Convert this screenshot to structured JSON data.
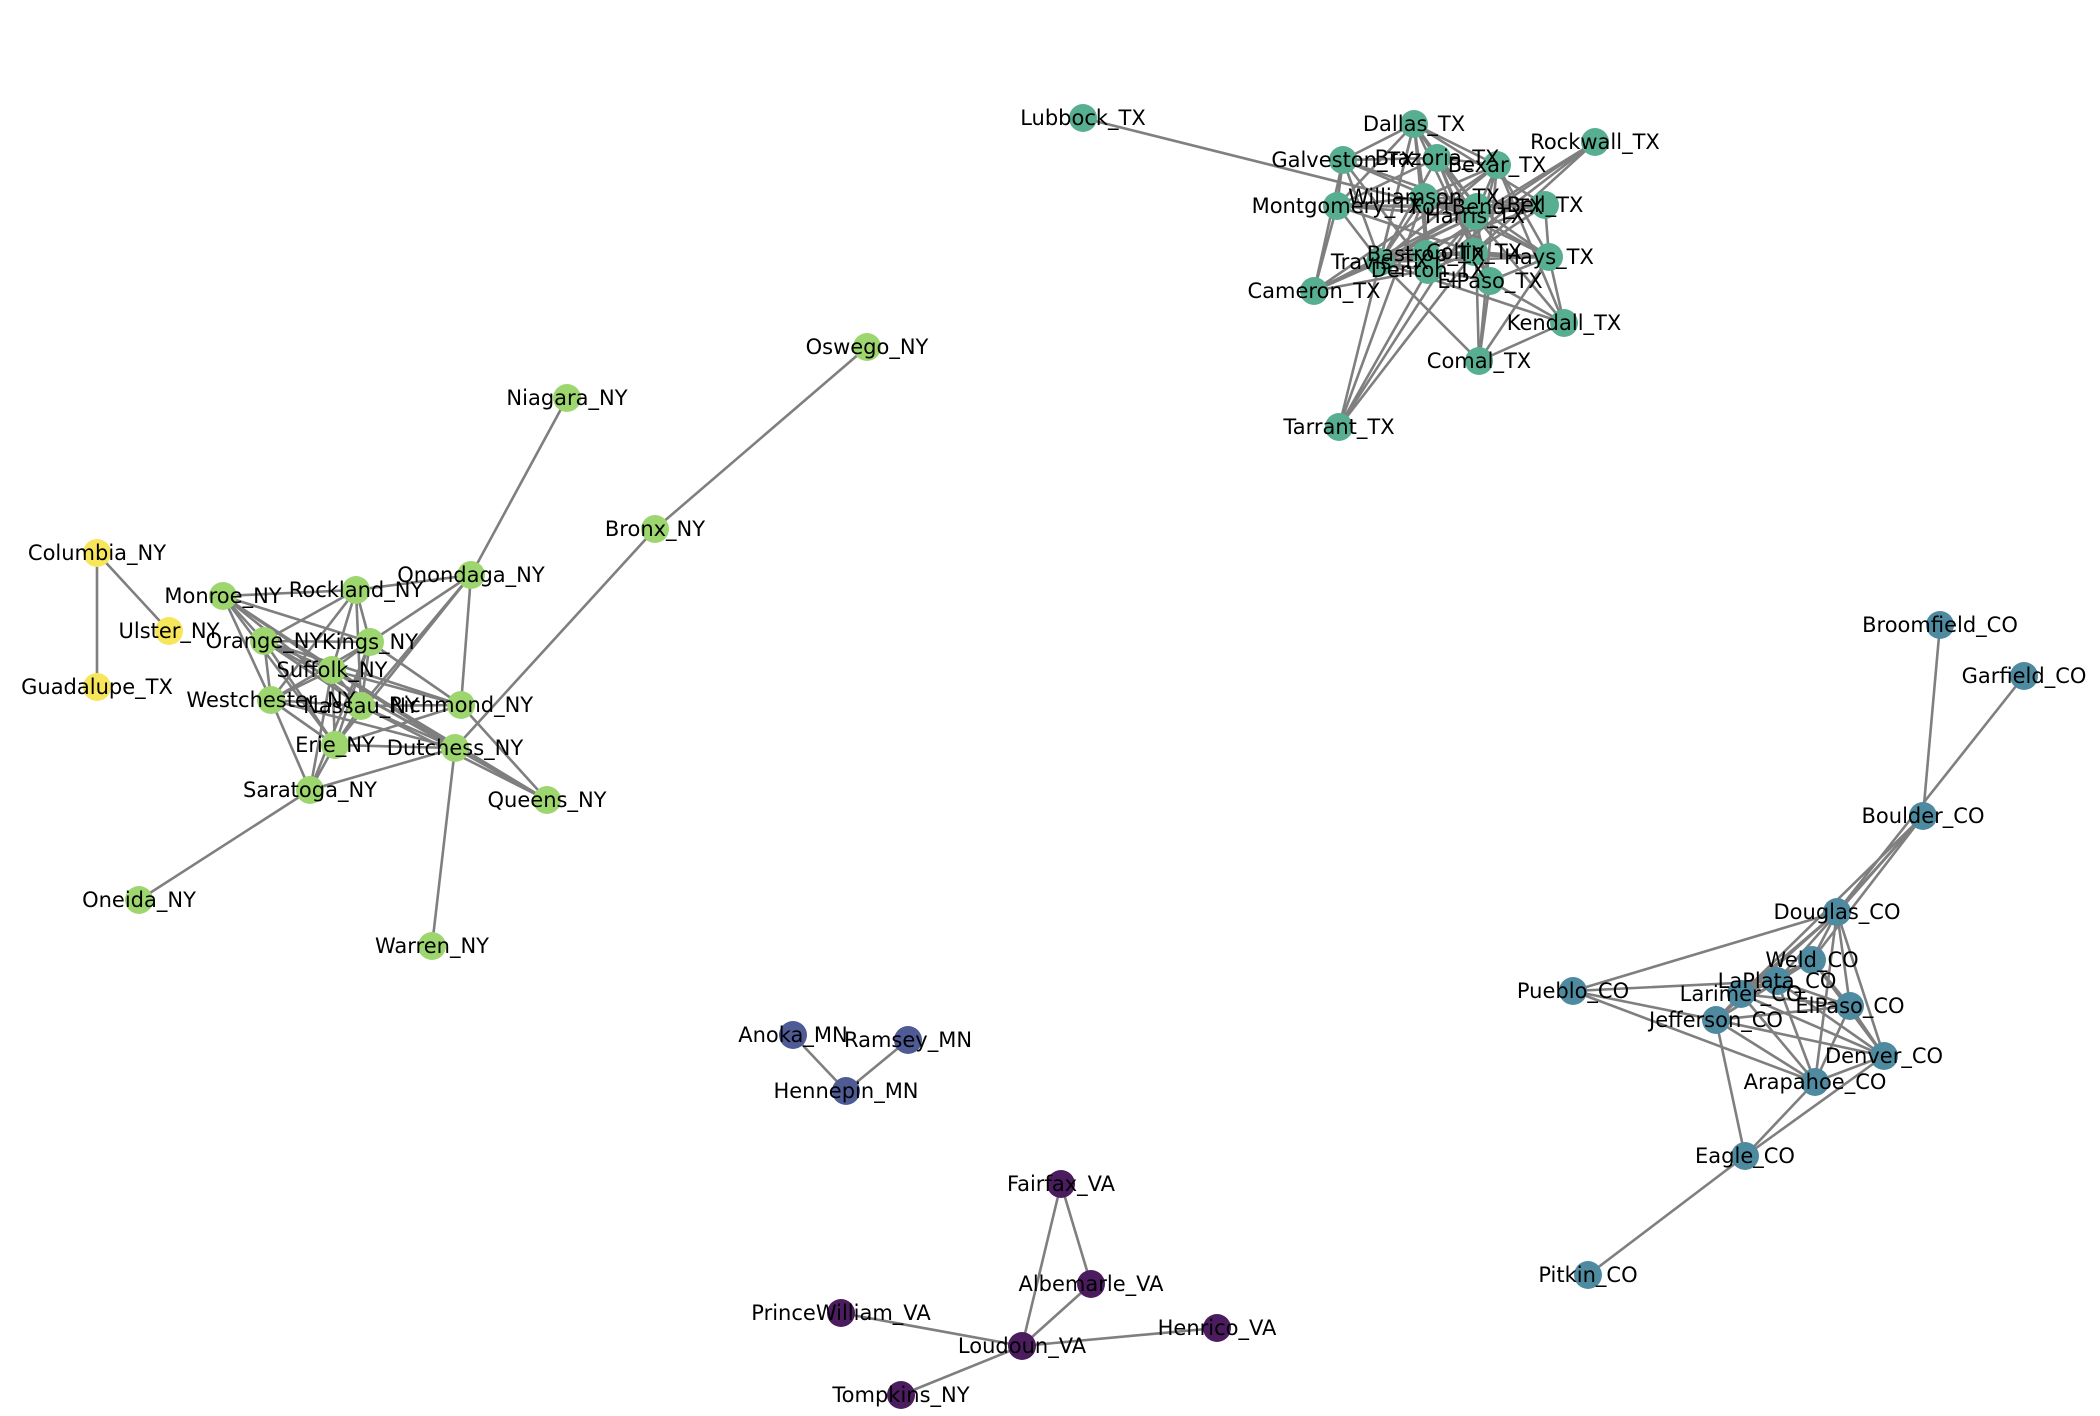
{
  "colors": {
    "background": "#ffffff",
    "edge": "#7f7f7f",
    "label": "#000000"
  },
  "groups": {
    "TX": "#58ae91",
    "NY": "#9dd66f",
    "CO": "#4f8ba0",
    "MN": "#4e5b94",
    "VA": "#4b1c5e",
    "misc": "#f7e65a"
  },
  "nodes": [
    {
      "id": "Lubbock_TX",
      "label": "Lubbock_TX",
      "group": "TX"
    },
    {
      "id": "Dallas_TX",
      "label": "Dallas_TX",
      "group": "TX"
    },
    {
      "id": "Rockwall_TX",
      "label": "Rockwall_TX",
      "group": "TX"
    },
    {
      "id": "Galveston_TX",
      "label": "Galveston_TX",
      "group": "TX"
    },
    {
      "id": "Brazoria_TX",
      "label": "Brazoria_TX",
      "group": "TX"
    },
    {
      "id": "Bexar_TX",
      "label": "Bexar_TX",
      "group": "TX"
    },
    {
      "id": "Montgomery_TX",
      "label": "Montgomery_TX",
      "group": "TX"
    },
    {
      "id": "Williamson_TX",
      "label": "Williamson_TX",
      "group": "TX"
    },
    {
      "id": "FortBend_TX",
      "label": "FortBend_TX",
      "group": "TX"
    },
    {
      "id": "Harris_TX",
      "label": "Harris_TX",
      "group": "TX"
    },
    {
      "id": "Bell_TX",
      "label": "Bell_TX",
      "group": "TX"
    },
    {
      "id": "Bastrop_TX",
      "label": "Bastrop_TX",
      "group": "TX"
    },
    {
      "id": "Collin_TX",
      "label": "Collin_TX",
      "group": "TX"
    },
    {
      "id": "Travis_TX",
      "label": "Travis_TX",
      "group": "TX"
    },
    {
      "id": "Hays_TX",
      "label": "Hays_TX",
      "group": "TX"
    },
    {
      "id": "Denton_TX",
      "label": "Denton_TX",
      "group": "TX"
    },
    {
      "id": "ElPaso_TX",
      "label": "ElPaso_TX",
      "group": "TX"
    },
    {
      "id": "Cameron_TX",
      "label": "Cameron_TX",
      "group": "TX"
    },
    {
      "id": "Kendall_TX",
      "label": "Kendall_TX",
      "group": "TX"
    },
    {
      "id": "Comal_TX",
      "label": "Comal_TX",
      "group": "TX"
    },
    {
      "id": "Tarrant_TX",
      "label": "Tarrant_TX",
      "group": "TX"
    },
    {
      "id": "Oswego_NY",
      "label": "Oswego_NY",
      "group": "NY"
    },
    {
      "id": "Niagara_NY",
      "label": "Niagara_NY",
      "group": "NY"
    },
    {
      "id": "Bronx_NY",
      "label": "Bronx_NY",
      "group": "NY"
    },
    {
      "id": "Columbia_NY",
      "label": "Columbia_NY",
      "group": "misc"
    },
    {
      "id": "Ulster_NY",
      "label": "Ulster_NY",
      "group": "misc"
    },
    {
      "id": "Guadalupe_TX",
      "label": "Guadalupe_TX",
      "group": "misc"
    },
    {
      "id": "Monroe_NY",
      "label": "Monroe_NY",
      "group": "NY"
    },
    {
      "id": "Rockland_NY",
      "label": "Rockland_NY",
      "group": "NY"
    },
    {
      "id": "Onondaga_NY",
      "label": "Onondaga_NY",
      "group": "NY"
    },
    {
      "id": "Orange_NY",
      "label": "Orange_NY",
      "group": "NY"
    },
    {
      "id": "Kings_NY",
      "label": "Kings_NY",
      "group": "NY"
    },
    {
      "id": "Suffolk_NY",
      "label": "Suffolk_NY",
      "group": "NY"
    },
    {
      "id": "Westchester_NY",
      "label": "Westchester_NY",
      "group": "NY"
    },
    {
      "id": "Nassau_NY",
      "label": "Nassau_NY",
      "group": "NY"
    },
    {
      "id": "Richmond_NY",
      "label": "Richmond_NY",
      "group": "NY"
    },
    {
      "id": "Erie_NY",
      "label": "Erie_NY",
      "group": "NY"
    },
    {
      "id": "Dutchess_NY",
      "label": "Dutchess_NY",
      "group": "NY"
    },
    {
      "id": "Saratoga_NY",
      "label": "Saratoga_NY",
      "group": "NY"
    },
    {
      "id": "Queens_NY",
      "label": "Queens_NY",
      "group": "NY"
    },
    {
      "id": "Oneida_NY",
      "label": "Oneida_NY",
      "group": "NY"
    },
    {
      "id": "Warren_NY",
      "label": "Warren_NY",
      "group": "NY"
    },
    {
      "id": "Broomfield_CO",
      "label": "Broomfield_CO",
      "group": "CO"
    },
    {
      "id": "Garfield_CO",
      "label": "Garfield_CO",
      "group": "CO"
    },
    {
      "id": "Boulder_CO",
      "label": "Boulder_CO",
      "group": "CO"
    },
    {
      "id": "Douglas_CO",
      "label": "Douglas_CO",
      "group": "CO"
    },
    {
      "id": "Weld_CO",
      "label": "Weld_CO",
      "group": "CO"
    },
    {
      "id": "Pueblo_CO",
      "label": "Pueblo_CO",
      "group": "CO"
    },
    {
      "id": "LaPlata_CO",
      "label": "LaPlata_CO",
      "group": "CO"
    },
    {
      "id": "Larimer_CO",
      "label": "Larimer_CO",
      "group": "CO"
    },
    {
      "id": "ElPaso_CO",
      "label": "ElPaso_CO",
      "group": "CO"
    },
    {
      "id": "Jefferson_CO",
      "label": "Jefferson_CO",
      "group": "CO"
    },
    {
      "id": "Denver_CO",
      "label": "Denver_CO",
      "group": "CO"
    },
    {
      "id": "Arapahoe_CO",
      "label": "Arapahoe_CO",
      "group": "CO"
    },
    {
      "id": "Eagle_CO",
      "label": "Eagle_CO",
      "group": "CO"
    },
    {
      "id": "Pitkin_CO",
      "label": "Pitkin_CO",
      "group": "CO"
    },
    {
      "id": "Anoka_MN",
      "label": "Anoka_MN",
      "group": "MN"
    },
    {
      "id": "Ramsey_MN",
      "label": "Ramsey_MN",
      "group": "MN"
    },
    {
      "id": "Hennepin_MN",
      "label": "Hennepin_MN",
      "group": "MN"
    },
    {
      "id": "Fairfax_VA",
      "label": "Fairfax_VA",
      "group": "VA"
    },
    {
      "id": "Albemarle_VA",
      "label": "Albemarle_VA",
      "group": "VA"
    },
    {
      "id": "PrinceWilliam_VA",
      "label": "PrinceWilliam_VA",
      "group": "VA"
    },
    {
      "id": "Henrico_VA",
      "label": "Henrico_VA",
      "group": "VA"
    },
    {
      "id": "Loudoun_VA",
      "label": "Loudoun_VA",
      "group": "VA"
    },
    {
      "id": "Tompkins_NY",
      "label": "Tompkins_NY",
      "group": "VA"
    }
  ],
  "edges": [
    [
      "Lubbock_TX",
      "Harris_TX"
    ],
    [
      "Dallas_TX",
      "Galveston_TX"
    ],
    [
      "Dallas_TX",
      "Brazoria_TX"
    ],
    [
      "Dallas_TX",
      "Bexar_TX"
    ],
    [
      "Dallas_TX",
      "Williamson_TX"
    ],
    [
      "Dallas_TX",
      "FortBend_TX"
    ],
    [
      "Dallas_TX",
      "Harris_TX"
    ],
    [
      "Dallas_TX",
      "Collin_TX"
    ],
    [
      "Dallas_TX",
      "Travis_TX"
    ],
    [
      "Dallas_TX",
      "Denton_TX"
    ],
    [
      "Dallas_TX",
      "Tarrant_TX"
    ],
    [
      "Dallas_TX",
      "Montgomery_TX"
    ],
    [
      "Dallas_TX",
      "Bell_TX"
    ],
    [
      "Rockwall_TX",
      "Harris_TX"
    ],
    [
      "Rockwall_TX",
      "Collin_TX"
    ],
    [
      "Rockwall_TX",
      "Denton_TX"
    ],
    [
      "Rockwall_TX",
      "Bastrop_TX"
    ],
    [
      "Galveston_TX",
      "Harris_TX"
    ],
    [
      "Galveston_TX",
      "Brazoria_TX"
    ],
    [
      "Galveston_TX",
      "FortBend_TX"
    ],
    [
      "Galveston_TX",
      "Montgomery_TX"
    ],
    [
      "Galveston_TX",
      "Travis_TX"
    ],
    [
      "Galveston_TX",
      "Denton_TX"
    ],
    [
      "Galveston_TX",
      "Cameron_TX"
    ],
    [
      "Brazoria_TX",
      "Harris_TX"
    ],
    [
      "Brazoria_TX",
      "FortBend_TX"
    ],
    [
      "Brazoria_TX",
      "Bexar_TX"
    ],
    [
      "Brazoria_TX",
      "Collin_TX"
    ],
    [
      "Brazoria_TX",
      "Travis_TX"
    ],
    [
      "Brazoria_TX",
      "ElPaso_TX"
    ],
    [
      "Brazoria_TX",
      "Montgomery_TX"
    ],
    [
      "Bexar_TX",
      "Harris_TX"
    ],
    [
      "Bexar_TX",
      "Travis_TX"
    ],
    [
      "Bexar_TX",
      "Hays_TX"
    ],
    [
      "Bexar_TX",
      "Comal_TX"
    ],
    [
      "Bexar_TX",
      "Kendall_TX"
    ],
    [
      "Bexar_TX",
      "Williamson_TX"
    ],
    [
      "Bexar_TX",
      "Collin_TX"
    ],
    [
      "Bexar_TX",
      "Cameron_TX"
    ],
    [
      "Montgomery_TX",
      "Harris_TX"
    ],
    [
      "Montgomery_TX",
      "FortBend_TX"
    ],
    [
      "Montgomery_TX",
      "Williamson_TX"
    ],
    [
      "Montgomery_TX",
      "Travis_TX"
    ],
    [
      "Montgomery_TX",
      "Bell_TX"
    ],
    [
      "Montgomery_TX",
      "Cameron_TX"
    ],
    [
      "Montgomery_TX",
      "Collin_TX"
    ],
    [
      "Williamson_TX",
      "Travis_TX"
    ],
    [
      "Williamson_TX",
      "Harris_TX"
    ],
    [
      "Williamson_TX",
      "Bell_TX"
    ],
    [
      "Williamson_TX",
      "Hays_TX"
    ],
    [
      "Williamson_TX",
      "Bastrop_TX"
    ],
    [
      "Williamson_TX",
      "Denton_TX"
    ],
    [
      "Williamson_TX",
      "Tarrant_TX"
    ],
    [
      "FortBend_TX",
      "Harris_TX"
    ],
    [
      "FortBend_TX",
      "Travis_TX"
    ],
    [
      "FortBend_TX",
      "Bell_TX"
    ],
    [
      "FortBend_TX",
      "Collin_TX"
    ],
    [
      "FortBend_TX",
      "Hays_TX"
    ],
    [
      "FortBend_TX",
      "Cameron_TX"
    ],
    [
      "Harris_TX",
      "Travis_TX"
    ],
    [
      "Harris_TX",
      "Collin_TX"
    ],
    [
      "Harris_TX",
      "Denton_TX"
    ],
    [
      "Harris_TX",
      "Bell_TX"
    ],
    [
      "Harris_TX",
      "ElPaso_TX"
    ],
    [
      "Harris_TX",
      "Hays_TX"
    ],
    [
      "Harris_TX",
      "Cameron_TX"
    ],
    [
      "Harris_TX",
      "Tarrant_TX"
    ],
    [
      "Harris_TX",
      "Kendall_TX"
    ],
    [
      "Harris_TX",
      "Comal_TX"
    ],
    [
      "Bell_TX",
      "Travis_TX"
    ],
    [
      "Bell_TX",
      "Hays_TX"
    ],
    [
      "Bell_TX",
      "Collin_TX"
    ],
    [
      "Bastrop_TX",
      "Travis_TX"
    ],
    [
      "Bastrop_TX",
      "Hays_TX"
    ],
    [
      "Bastrop_TX",
      "Collin_TX"
    ],
    [
      "Collin_TX",
      "Denton_TX"
    ],
    [
      "Collin_TX",
      "Travis_TX"
    ],
    [
      "Collin_TX",
      "ElPaso_TX"
    ],
    [
      "Collin_TX",
      "Hays_TX"
    ],
    [
      "Collin_TX",
      "Tarrant_TX"
    ],
    [
      "Travis_TX",
      "Hays_TX"
    ],
    [
      "Travis_TX",
      "Denton_TX"
    ],
    [
      "Travis_TX",
      "Cameron_TX"
    ],
    [
      "Travis_TX",
      "ElPaso_TX"
    ],
    [
      "Travis_TX",
      "Comal_TX"
    ],
    [
      "Travis_TX",
      "Kendall_TX"
    ],
    [
      "Hays_TX",
      "Comal_TX"
    ],
    [
      "Hays_TX",
      "Kendall_TX"
    ],
    [
      "Hays_TX",
      "ElPaso_TX"
    ],
    [
      "Denton_TX",
      "Tarrant_TX"
    ],
    [
      "Denton_TX",
      "ElPaso_TX"
    ],
    [
      "Denton_TX",
      "Cameron_TX"
    ],
    [
      "ElPaso_TX",
      "Kendall_TX"
    ],
    [
      "ElPaso_TX",
      "Comal_TX"
    ],
    [
      "Comal_TX",
      "Kendall_TX"
    ],
    [
      "Oswego_NY",
      "Bronx_NY"
    ],
    [
      "Bronx_NY",
      "Dutchess_NY"
    ],
    [
      "Niagara_NY",
      "Onondaga_NY"
    ],
    [
      "Columbia_NY",
      "Ulster_NY"
    ],
    [
      "Columbia_NY",
      "Guadalupe_TX"
    ],
    [
      "Onondaga_NY",
      "Richmond_NY"
    ],
    [
      "Onondaga_NY",
      "Kings_NY"
    ],
    [
      "Onondaga_NY",
      "Nassau_NY"
    ],
    [
      "Onondaga_NY",
      "Erie_NY"
    ],
    [
      "Monroe_NY",
      "Rockland_NY"
    ],
    [
      "Monroe_NY",
      "Orange_NY"
    ],
    [
      "Monroe_NY",
      "Suffolk_NY"
    ],
    [
      "Monroe_NY",
      "Westchester_NY"
    ],
    [
      "Monroe_NY",
      "Nassau_NY"
    ],
    [
      "Monroe_NY",
      "Kings_NY"
    ],
    [
      "Monroe_NY",
      "Erie_NY"
    ],
    [
      "Monroe_NY",
      "Dutchess_NY"
    ],
    [
      "Rockland_NY",
      "Orange_NY"
    ],
    [
      "Rockland_NY",
      "Kings_NY"
    ],
    [
      "Rockland_NY",
      "Suffolk_NY"
    ],
    [
      "Rockland_NY",
      "Westchester_NY"
    ],
    [
      "Rockland_NY",
      "Nassau_NY"
    ],
    [
      "Rockland_NY",
      "Onondaga_NY"
    ],
    [
      "Orange_NY",
      "Kings_NY"
    ],
    [
      "Orange_NY",
      "Suffolk_NY"
    ],
    [
      "Orange_NY",
      "Westchester_NY"
    ],
    [
      "Orange_NY",
      "Nassau_NY"
    ],
    [
      "Orange_NY",
      "Erie_NY"
    ],
    [
      "Orange_NY",
      "Dutchess_NY"
    ],
    [
      "Orange_NY",
      "Queens_NY"
    ],
    [
      "Orange_NY",
      "Richmond_NY"
    ],
    [
      "Kings_NY",
      "Suffolk_NY"
    ],
    [
      "Kings_NY",
      "Westchester_NY"
    ],
    [
      "Kings_NY",
      "Nassau_NY"
    ],
    [
      "Kings_NY",
      "Richmond_NY"
    ],
    [
      "Kings_NY",
      "Erie_NY"
    ],
    [
      "Kings_NY",
      "Saratoga_NY"
    ],
    [
      "Suffolk_NY",
      "Westchester_NY"
    ],
    [
      "Suffolk_NY",
      "Nassau_NY"
    ],
    [
      "Suffolk_NY",
      "Erie_NY"
    ],
    [
      "Suffolk_NY",
      "Richmond_NY"
    ],
    [
      "Suffolk_NY",
      "Dutchess_NY"
    ],
    [
      "Suffolk_NY",
      "Queens_NY"
    ],
    [
      "Suffolk_NY",
      "Saratoga_NY"
    ],
    [
      "Westchester_NY",
      "Nassau_NY"
    ],
    [
      "Westchester_NY",
      "Erie_NY"
    ],
    [
      "Westchester_NY",
      "Saratoga_NY"
    ],
    [
      "Westchester_NY",
      "Dutchess_NY"
    ],
    [
      "Nassau_NY",
      "Richmond_NY"
    ],
    [
      "Nassau_NY",
      "Erie_NY"
    ],
    [
      "Nassau_NY",
      "Dutchess_NY"
    ],
    [
      "Nassau_NY",
      "Queens_NY"
    ],
    [
      "Richmond_NY",
      "Erie_NY"
    ],
    [
      "Richmond_NY",
      "Queens_NY"
    ],
    [
      "Erie_NY",
      "Dutchess_NY"
    ],
    [
      "Erie_NY",
      "Saratoga_NY"
    ],
    [
      "Dutchess_NY",
      "Queens_NY"
    ],
    [
      "Dutchess_NY",
      "Saratoga_NY"
    ],
    [
      "Dutchess_NY",
      "Warren_NY"
    ],
    [
      "Saratoga_NY",
      "Oneida_NY"
    ],
    [
      "Broomfield_CO",
      "Boulder_CO"
    ],
    [
      "Garfield_CO",
      "Douglas_CO"
    ],
    [
      "Boulder_CO",
      "Douglas_CO"
    ],
    [
      "Boulder_CO",
      "Weld_CO"
    ],
    [
      "Boulder_CO",
      "Larimer_CO"
    ],
    [
      "Boulder_CO",
      "LaPlata_CO"
    ],
    [
      "Douglas_CO",
      "Weld_CO"
    ],
    [
      "Douglas_CO",
      "ElPaso_CO"
    ],
    [
      "Douglas_CO",
      "Arapahoe_CO"
    ],
    [
      "Douglas_CO",
      "Jefferson_CO"
    ],
    [
      "Douglas_CO",
      "Denver_CO"
    ],
    [
      "Douglas_CO",
      "Pueblo_CO"
    ],
    [
      "Douglas_CO",
      "Larimer_CO"
    ],
    [
      "Weld_CO",
      "LaPlata_CO"
    ],
    [
      "Weld_CO",
      "Larimer_CO"
    ],
    [
      "Weld_CO",
      "ElPaso_CO"
    ],
    [
      "Weld_CO",
      "Denver_CO"
    ],
    [
      "Weld_CO",
      "Jefferson_CO"
    ],
    [
      "Pueblo_CO",
      "LaPlata_CO"
    ],
    [
      "Pueblo_CO",
      "Jefferson_CO"
    ],
    [
      "Pueblo_CO",
      "Arapahoe_CO"
    ],
    [
      "LaPlata_CO",
      "Larimer_CO"
    ],
    [
      "LaPlata_CO",
      "ElPaso_CO"
    ],
    [
      "LaPlata_CO",
      "Jefferson_CO"
    ],
    [
      "LaPlata_CO",
      "Denver_CO"
    ],
    [
      "LaPlata_CO",
      "Arapahoe_CO"
    ],
    [
      "Larimer_CO",
      "ElPaso_CO"
    ],
    [
      "Larimer_CO",
      "Jefferson_CO"
    ],
    [
      "Larimer_CO",
      "Arapahoe_CO"
    ],
    [
      "Larimer_CO",
      "Denver_CO"
    ],
    [
      "ElPaso_CO",
      "Jefferson_CO"
    ],
    [
      "ElPaso_CO",
      "Denver_CO"
    ],
    [
      "ElPaso_CO",
      "Arapahoe_CO"
    ],
    [
      "Jefferson_CO",
      "Denver_CO"
    ],
    [
      "Jefferson_CO",
      "Arapahoe_CO"
    ],
    [
      "Jefferson_CO",
      "Eagle_CO"
    ],
    [
      "Denver_CO",
      "Arapahoe_CO"
    ],
    [
      "Denver_CO",
      "Eagle_CO"
    ],
    [
      "Arapahoe_CO",
      "Eagle_CO"
    ],
    [
      "Eagle_CO",
      "Pitkin_CO"
    ],
    [
      "Anoka_MN",
      "Hennepin_MN"
    ],
    [
      "Ramsey_MN",
      "Hennepin_MN"
    ],
    [
      "Fairfax_VA",
      "Albemarle_VA"
    ],
    [
      "Fairfax_VA",
      "Loudoun_VA"
    ],
    [
      "Albemarle_VA",
      "Loudoun_VA"
    ],
    [
      "PrinceWilliam_VA",
      "Loudoun_VA"
    ],
    [
      "Henrico_VA",
      "Loudoun_VA"
    ],
    [
      "Tompkins_NY",
      "Loudoun_VA"
    ]
  ]
}
